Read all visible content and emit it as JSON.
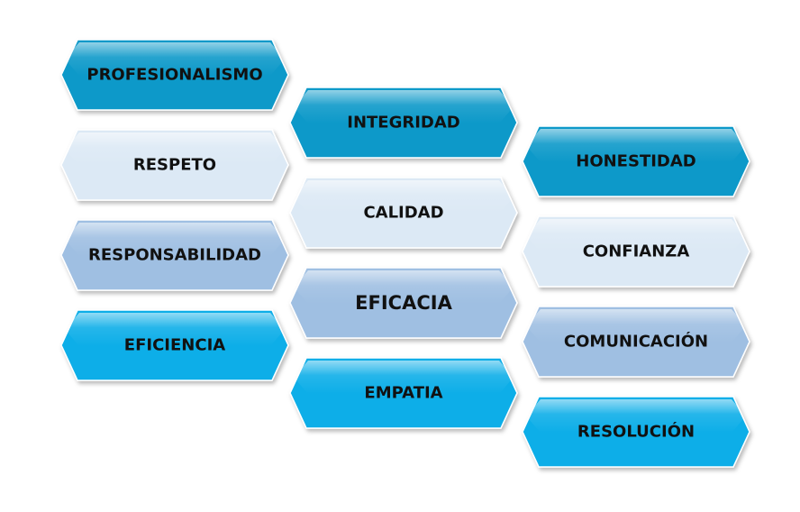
{
  "palette": {
    "dark_teal": "#0f99c9",
    "bright_blue": "#09aee8",
    "pale_blue": "#dce9f5",
    "medium_blue": "#9fbfe2"
  },
  "columns": [
    {
      "items": [
        {
          "label": "PROFESIONALISMO",
          "color": "dark_teal"
        },
        {
          "label": "RESPETO",
          "color": "pale_blue"
        },
        {
          "label": "RESPONSABILIDAD",
          "color": "medium_blue"
        },
        {
          "label": "EFICIENCIA",
          "color": "bright_blue"
        }
      ]
    },
    {
      "items": [
        {
          "label": "INTEGRIDAD",
          "color": "dark_teal"
        },
        {
          "label": "CALIDAD",
          "color": "pale_blue"
        },
        {
          "label": "EFICACIA",
          "color": "medium_blue",
          "emphasis": true
        },
        {
          "label": "EMPATIA",
          "color": "bright_blue"
        }
      ]
    },
    {
      "items": [
        {
          "label": "HONESTIDAD",
          "color": "dark_teal"
        },
        {
          "label": "CONFIANZA",
          "color": "pale_blue"
        },
        {
          "label": "COMUNICACIÓN",
          "color": "medium_blue"
        },
        {
          "label": "RESOLUCIÓN",
          "color": "bright_blue"
        }
      ]
    }
  ]
}
